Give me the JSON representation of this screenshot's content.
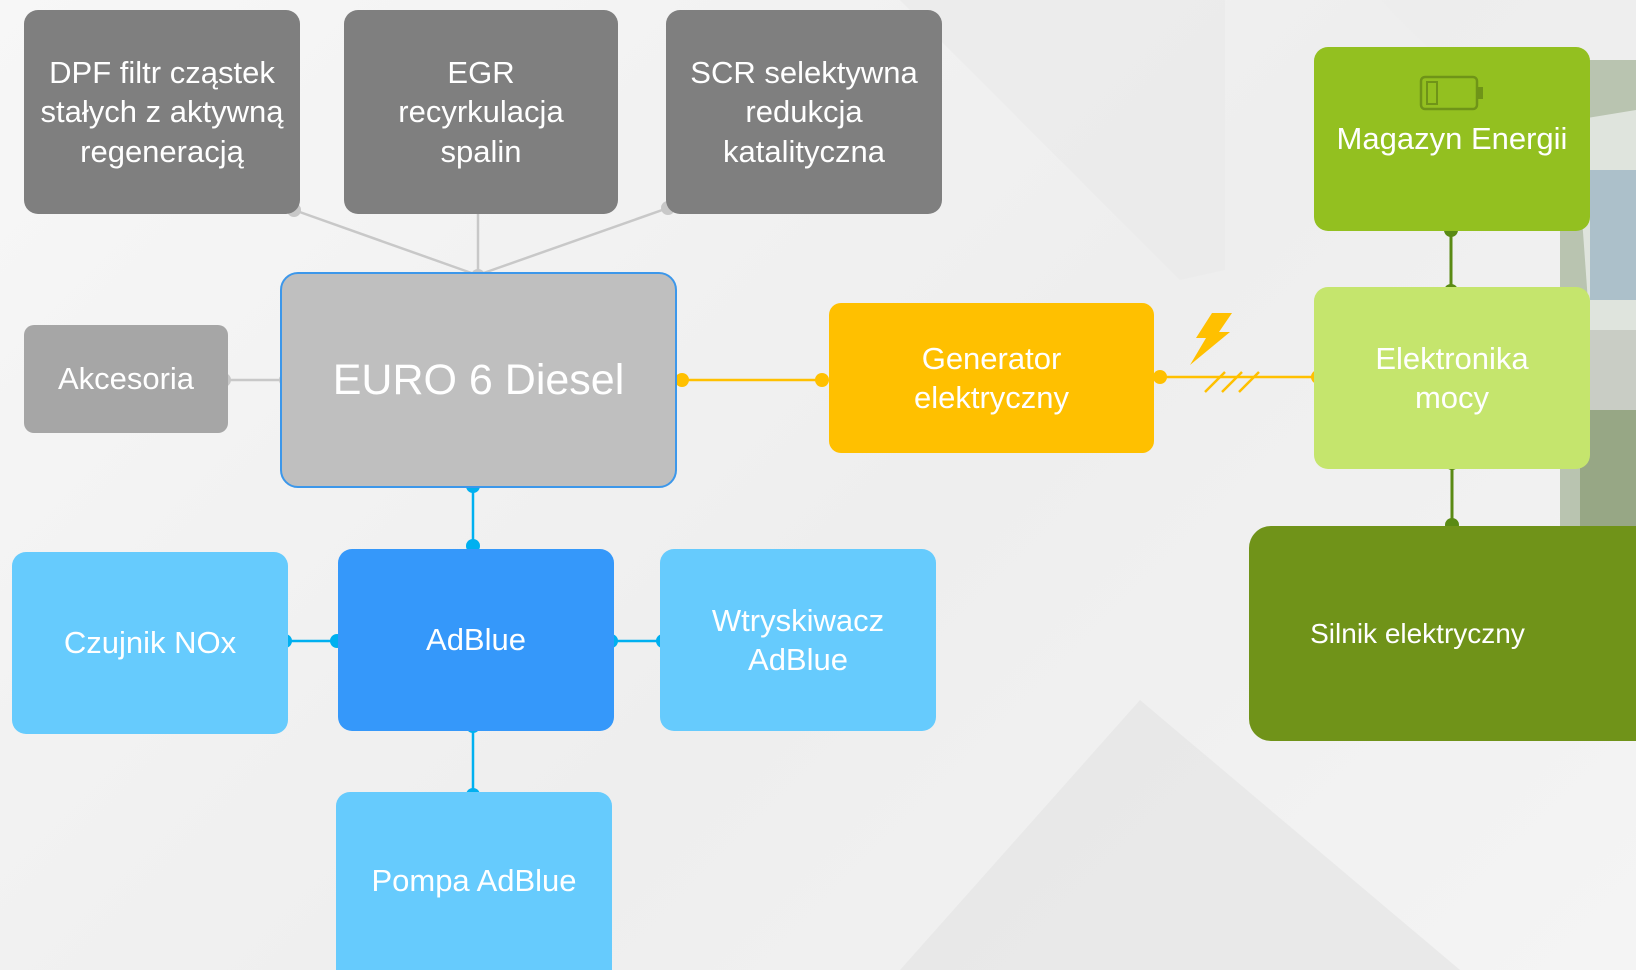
{
  "diagram": {
    "emissions": {
      "dpf": "DPF filtr cząstek stałych z aktywną regeneracją",
      "egr": "EGR recyrkulacja spalin",
      "scr": "SCR selektywna redukcja katalityczna"
    },
    "accessories": "Akcesoria",
    "engine": "EURO 6 Diesel",
    "generator": "Generator elektryczny",
    "adblue": {
      "main": "AdBlue",
      "nox_sensor": "Czujnik NOx",
      "injector": "Wtryskiwacz AdBlue",
      "pump": "Pompa AdBlue"
    },
    "electric": {
      "storage": "Magazyn Energii",
      "power_electronics": "Elektronika mocy",
      "motor": "Silnik elektryczny"
    }
  },
  "icons": {
    "battery": "battery-icon",
    "lightning": "lightning-icon"
  },
  "colors": {
    "gray_dark": "#7f7f7f",
    "gray_mid": "#a6a6a6",
    "engine_fill": "#bfbfbf",
    "engine_border": "#3c97ea",
    "blue_dark": "#3598fa",
    "blue_light": "#66cbfd",
    "blue_connector": "#00b0f0",
    "orange": "#ffc000",
    "green_storage": "#93c020",
    "green_electronics": "#c5e56d",
    "green_motor": "#709319",
    "green_connector": "#5a8a14"
  }
}
